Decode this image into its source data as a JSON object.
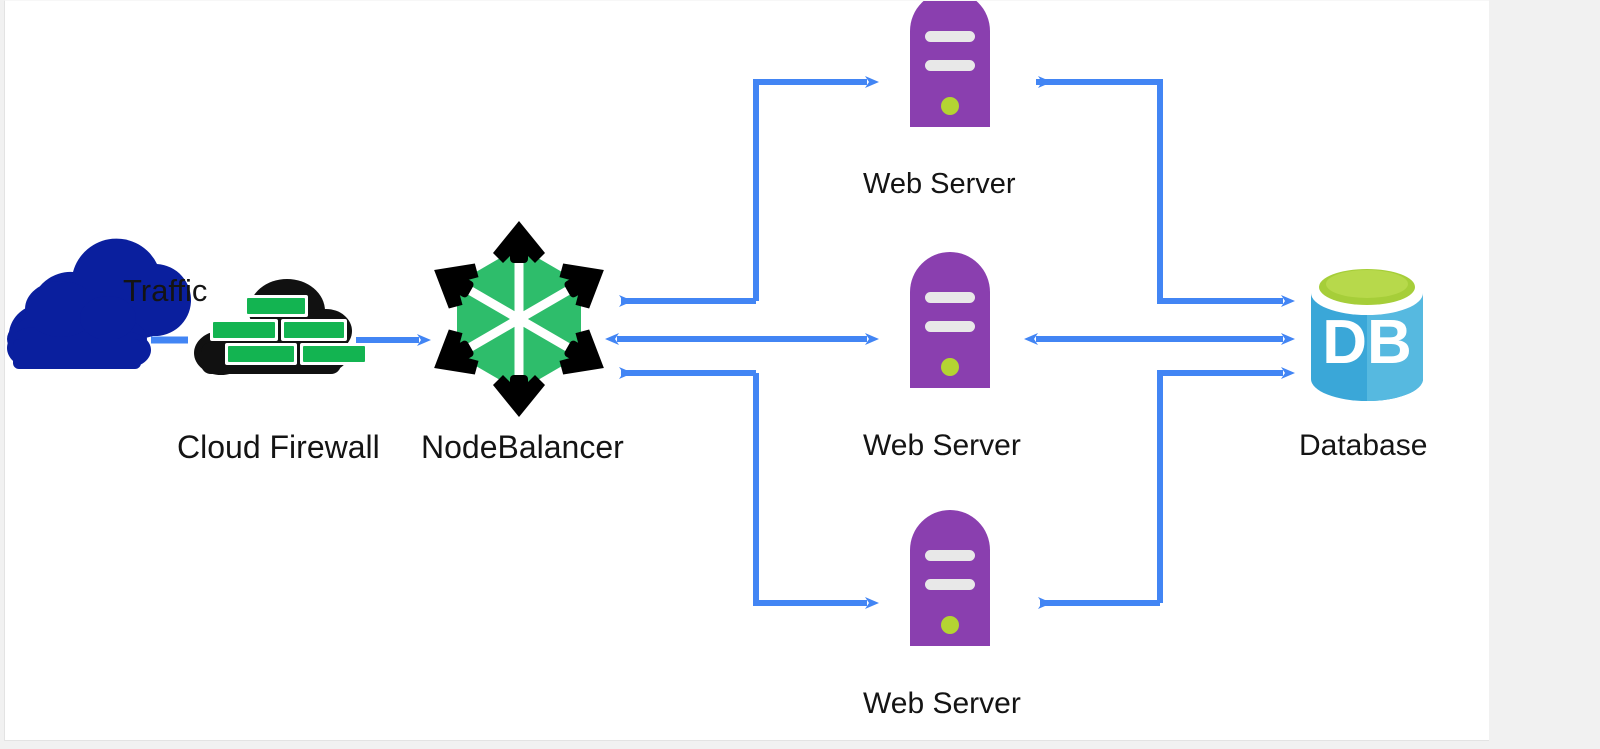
{
  "diagram": {
    "title": "Cloud web application architecture with NodeBalancer",
    "background_color": "#f1f1f1",
    "canvas_color": "#ffffff",
    "connector_color": "#4285f4",
    "nodes": [
      {
        "id": "internet",
        "label": "",
        "icon": "cloud-icon",
        "color": "#0a1f9e"
      },
      {
        "id": "traffic",
        "label": "Traffic",
        "icon": "text-label",
        "color": "#141414"
      },
      {
        "id": "firewall",
        "label": "Cloud Firewall",
        "icon": "firewall-icon",
        "color": "#00a650"
      },
      {
        "id": "nodebalancer",
        "label": "NodeBalancer",
        "icon": "nodebalancer-icon",
        "color": "#2ebd6b"
      },
      {
        "id": "webserver1",
        "label": "Web Server",
        "icon": "server-icon",
        "color": "#8a3faf"
      },
      {
        "id": "webserver2",
        "label": "Web Server",
        "icon": "server-icon",
        "color": "#8a3faf"
      },
      {
        "id": "webserver3",
        "label": "Web Server",
        "icon": "server-icon",
        "color": "#8a3faf"
      },
      {
        "id": "database",
        "label": "Database",
        "icon": "database-icon",
        "color": "#3aa7d8",
        "badge_text": "DB"
      }
    ],
    "edges": [
      {
        "from": "internet",
        "to": "firewall",
        "style": "dash",
        "direction": "none"
      },
      {
        "from": "firewall",
        "to": "nodebalancer",
        "style": "straight",
        "direction": "forward"
      },
      {
        "from": "nodebalancer",
        "to": "webserver1",
        "style": "orthogonal",
        "direction": "forward"
      },
      {
        "from": "nodebalancer",
        "to": "webserver2",
        "style": "straight",
        "direction": "both"
      },
      {
        "from": "nodebalancer",
        "to": "webserver3",
        "style": "orthogonal",
        "direction": "forward"
      },
      {
        "from": "webserver1",
        "to": "database",
        "style": "orthogonal",
        "direction": "both"
      },
      {
        "from": "webserver2",
        "to": "database",
        "style": "straight",
        "direction": "both"
      },
      {
        "from": "webserver3",
        "to": "database",
        "style": "orthogonal",
        "direction": "both"
      }
    ],
    "palette": {
      "cloud_blue": "#0a1f9e",
      "brick_green": "#13b451",
      "firewall_black": "#111111",
      "balancer_green": "#2ebd6b",
      "server_purple": "#8a3faf",
      "server_bar": "#e8e8e8",
      "server_led": "#b4d432",
      "db_blue_dark": "#3aa7d8",
      "db_blue_light": "#56b9e0",
      "db_top_green": "#a6ce39",
      "arrow_blue": "#4285f4"
    }
  }
}
